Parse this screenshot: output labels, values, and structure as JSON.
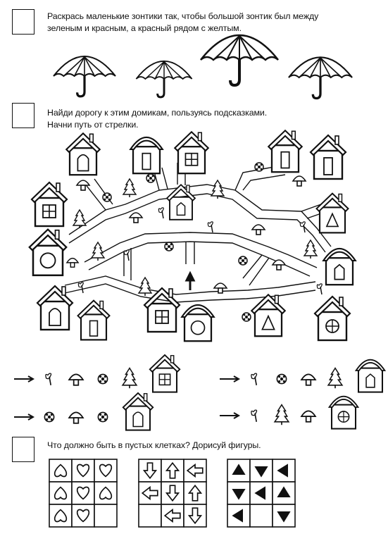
{
  "tasks": [
    {
      "lines": [
        "Раскрась маленькие зонтики так, чтобы большой зонтик был между",
        "зеленым и красным, а красный рядом с желтым."
      ]
    },
    {
      "lines": [
        "Найди дорогу к этим домикам, пользуясь подсказками.",
        "Начни путь от стрелки."
      ]
    },
    {
      "lines": [
        "Что должно быть в пустых клетках? Дорисуй фигуры."
      ]
    }
  ],
  "icons": {
    "umbrella": "umbrella-icon",
    "house": "house-icon",
    "mushroom": "mushroom-icon",
    "flower": "flower-icon",
    "tree": "fir-tree-icon",
    "sapling": "sapling-icon",
    "arrow": "arrow-icon",
    "heart": "heart-icon",
    "triangle": "triangle-icon"
  },
  "hint_rows": [
    [
      "sapling",
      "mushroom",
      "flower",
      "tree",
      "house"
    ],
    [
      "sapling",
      "flower",
      "mushroom",
      "tree",
      "house"
    ],
    [
      "flower",
      "mushroom",
      "flower",
      "house"
    ],
    [
      "sapling",
      "tree",
      "mushroom",
      "house"
    ]
  ],
  "puzzles": {
    "hearts": [
      [
        "up",
        "down",
        "down"
      ],
      [
        "up",
        "down",
        "up"
      ],
      [
        "up",
        "down",
        ""
      ]
    ],
    "arrows": [
      [
        "down",
        "up",
        "left"
      ],
      [
        "left",
        "down",
        "up"
      ],
      [
        "",
        "left",
        "down"
      ]
    ],
    "triangles": [
      [
        "up",
        "down",
        "left"
      ],
      [
        "down",
        "left",
        "up"
      ],
      [
        "left",
        "",
        "down"
      ]
    ]
  }
}
